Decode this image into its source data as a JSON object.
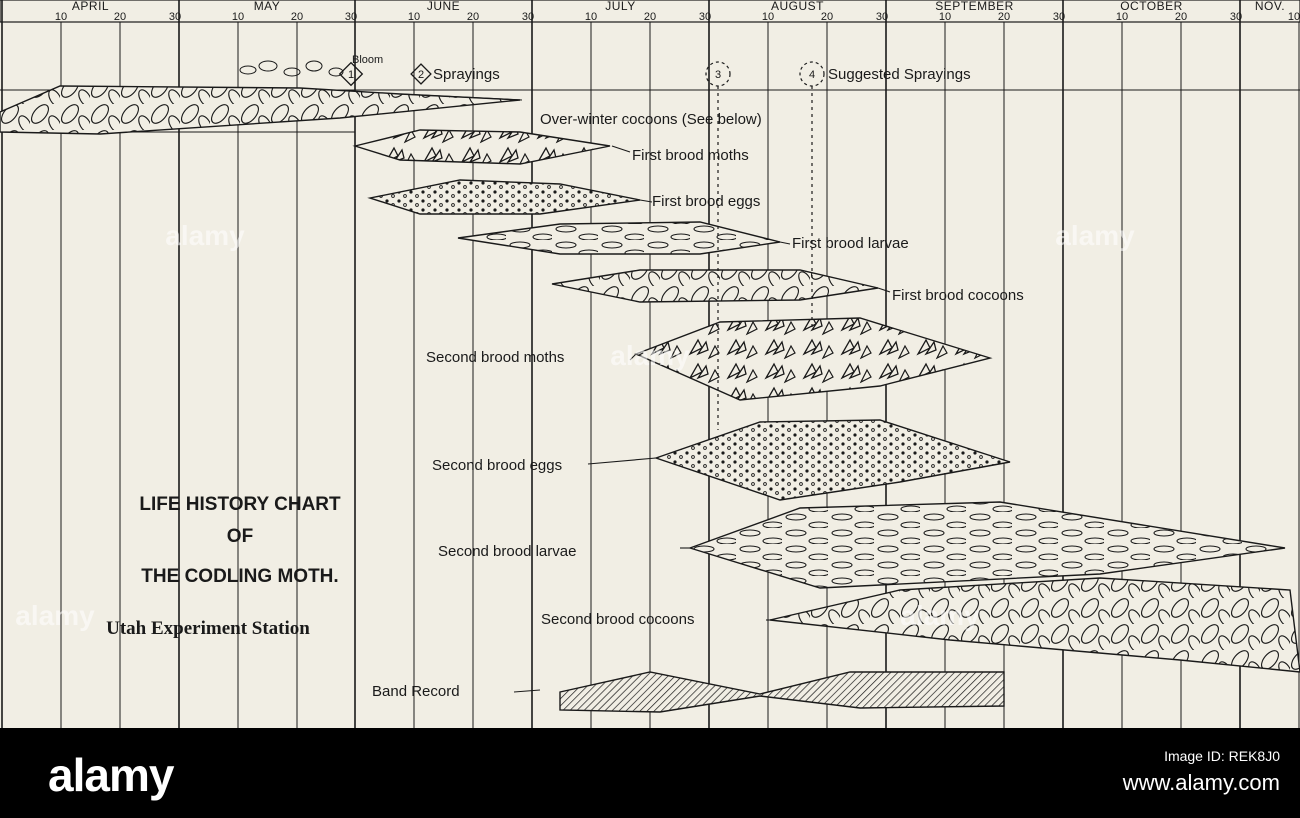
{
  "months": [
    {
      "label": "APRIL",
      "days": [
        "10",
        "20",
        "30"
      ]
    },
    {
      "label": "MAY",
      "days": [
        "10",
        "20",
        "30"
      ]
    },
    {
      "label": "JUNE",
      "days": [
        "10",
        "20",
        "30"
      ]
    },
    {
      "label": "JULY",
      "days": [
        "10",
        "20",
        "30"
      ]
    },
    {
      "label": "AUGUST",
      "days": [
        "10",
        "20",
        "30"
      ]
    },
    {
      "label": "SEPTEMBER",
      "days": [
        "10",
        "20",
        "30"
      ]
    },
    {
      "label": "OCTOBER",
      "days": [
        "10",
        "20",
        "30"
      ]
    },
    {
      "label": "NOV.",
      "days": [
        "10"
      ]
    }
  ],
  "bloom_label": "Bloom",
  "spray_markers": [
    {
      "number": "1",
      "label": ""
    },
    {
      "number": "2",
      "label": "Sprayings"
    },
    {
      "number": "3",
      "label": ""
    },
    {
      "number": "4",
      "label": "Suggested Sprayings"
    }
  ],
  "stages": [
    {
      "label": "Over-winter cocoons (See below)",
      "pattern": "cocoon"
    },
    {
      "label": "First brood moths",
      "pattern": "moth"
    },
    {
      "label": "First brood eggs",
      "pattern": "egg"
    },
    {
      "label": "First brood larvae",
      "pattern": "larva"
    },
    {
      "label": "First brood cocoons",
      "pattern": "cocoon"
    },
    {
      "label": "Second brood moths",
      "pattern": "moth"
    },
    {
      "label": "Second brood eggs",
      "pattern": "egg"
    },
    {
      "label": "Second brood larvae",
      "pattern": "larva"
    },
    {
      "label": "Second brood cocoons",
      "pattern": "cocoon"
    },
    {
      "label": "Band Record",
      "pattern": "hatch"
    }
  ],
  "title": {
    "line1": "LIFE HISTORY CHART",
    "line2": "OF",
    "line3": "THE CODLING MOTH.",
    "line4": "Utah Experiment Station"
  },
  "watermark": "alamy",
  "footer": {
    "brand": "alamy",
    "credit_line": "Image ID: REK8J0",
    "site": "www.alamy.com"
  },
  "colors": {
    "paper": "#f1eee4",
    "ink": "#1a1a1a",
    "footer": "#000000"
  }
}
